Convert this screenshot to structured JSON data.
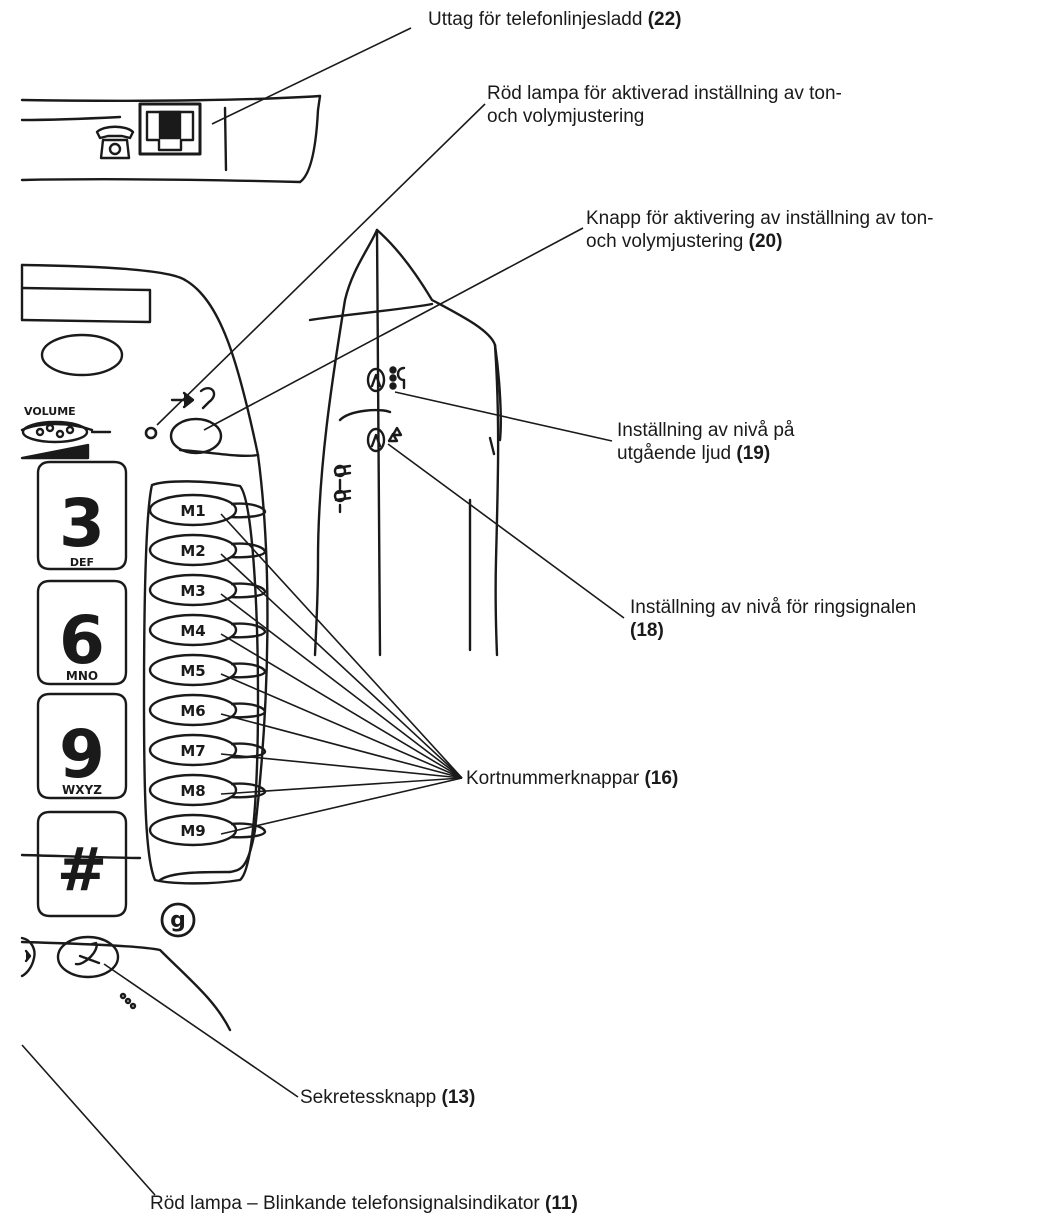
{
  "callouts": {
    "line_cord_jack": {
      "text": "Uttag för telefonlinjesladd",
      "ref": "(22)"
    },
    "tone_volume_lamp": {
      "line1": "Röd lampa för aktiverad inställning av ton-",
      "line2": "och volymjustering"
    },
    "tone_volume_button": {
      "line1": "Knapp för aktivering av inställning av ton-",
      "line2": "och volymjustering",
      "ref": "(20)"
    },
    "outgoing_level": {
      "line1": "Inställning av nivå på",
      "line2": "utgående ljud",
      "ref": "(19)"
    },
    "ringer_level": {
      "line1": "Inställning av nivå för ringsignalen",
      "ref": "(18)"
    },
    "speed_dial": {
      "text": "Kortnummerknappar",
      "ref": "(16)"
    },
    "mute": {
      "text": "Sekretessknapp",
      "ref": "(13)"
    },
    "ring_indicator": {
      "text": "Röd lampa – Blinkande telefonsignalsindikator",
      "ref": "(11)"
    }
  },
  "device": {
    "volume_label": "VOLUME",
    "keys": [
      {
        "digit": "3",
        "letters": "DEF"
      },
      {
        "digit": "6",
        "letters": "MNO"
      },
      {
        "digit": "9",
        "letters": "WXYZ"
      },
      {
        "digit": "#",
        "letters": ""
      }
    ],
    "memory_keys": [
      "M1",
      "M2",
      "M3",
      "M4",
      "M5",
      "M6",
      "M7",
      "M8",
      "M9"
    ],
    "logo": "g"
  },
  "colors": {
    "ink": "#1a1a1a",
    "paper": "#ffffff"
  }
}
